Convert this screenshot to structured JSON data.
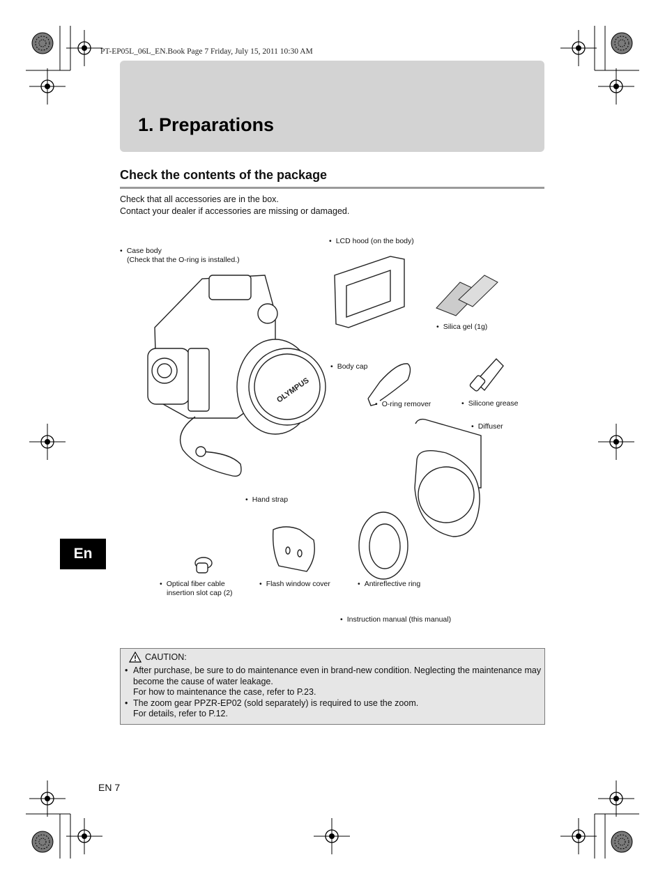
{
  "header_meta": "PT-EP05L_06L_EN.Book  Page 7  Friday, July 15, 2011  10:30 AM",
  "chapter_title": "1. Preparations",
  "section_title": "Check the contents of the package",
  "intro": {
    "line1": "Check that all accessories are in the box.",
    "line2": "Contact your dealer if accessories are missing or damaged."
  },
  "bullet": "•",
  "labels": {
    "case_body": "Case body",
    "case_body_note": "(Check that the O-ring is installed.)",
    "lcd_hood": "LCD hood (on the body)",
    "silica_gel": "Silica gel (1g)",
    "body_cap": "Body cap",
    "oring_remover": "O-ring remover",
    "silicone_grease": "Silicone grease",
    "diffuser": "Diffuser",
    "hand_strap": "Hand strap",
    "optical_fiber": "Optical fiber cable",
    "optical_fiber_note": "insertion slot cap (2)",
    "flash_window_cover": "Flash window cover",
    "antireflective_ring": "Antireflective ring",
    "instruction_manual": "Instruction manual (this manual)"
  },
  "brand_logo_text": "OLYMPUS",
  "language_tab": "En",
  "caution": {
    "heading": "CAUTION:",
    "icon": "warning-triangle-icon",
    "item1_line1": "After purchase, be sure to do maintenance even in brand-new condition. Neglecting the maintenance may",
    "item1_line2": "become the cause of water leakage.",
    "item1_line3": "For how to maintenance the case, refer to P.23.",
    "item2_line1": "The zoom gear PPZR-EP02 (sold separately) is required to use the zoom.",
    "item2_line2": "For details, refer to P.12."
  },
  "footer_page": "EN 7"
}
